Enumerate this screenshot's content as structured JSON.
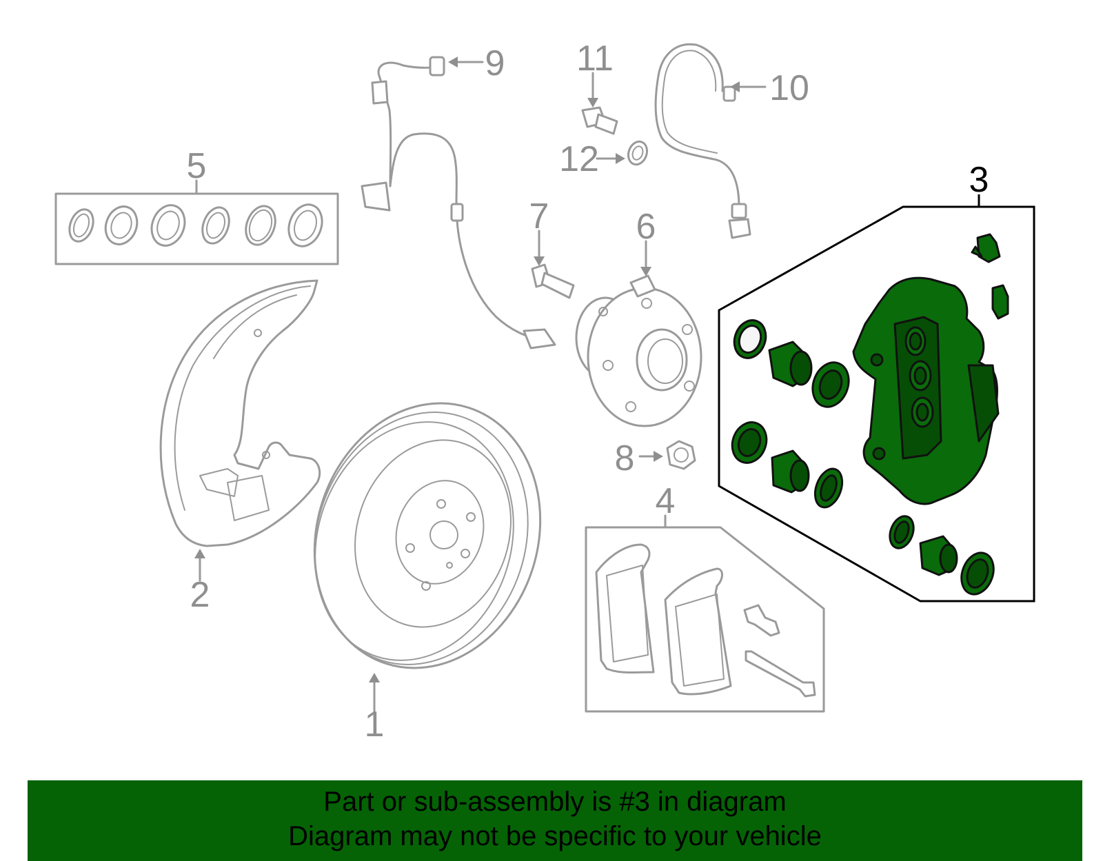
{
  "callouts": {
    "c1": "1",
    "c2": "2",
    "c3": "3",
    "c4": "4",
    "c5": "5",
    "c6": "6",
    "c7": "7",
    "c8": "8",
    "c9": "9",
    "c10": "10",
    "c11": "11",
    "c12": "12"
  },
  "banner": {
    "line1": "Part or sub-assembly is #3 in diagram",
    "line2": "Diagram may not be specific to your vehicle"
  },
  "colors": {
    "highlight": "#0a6b0a",
    "banner_bg": "#056305",
    "line_gray": "#9a9a9a"
  },
  "highlighted_part": "3"
}
